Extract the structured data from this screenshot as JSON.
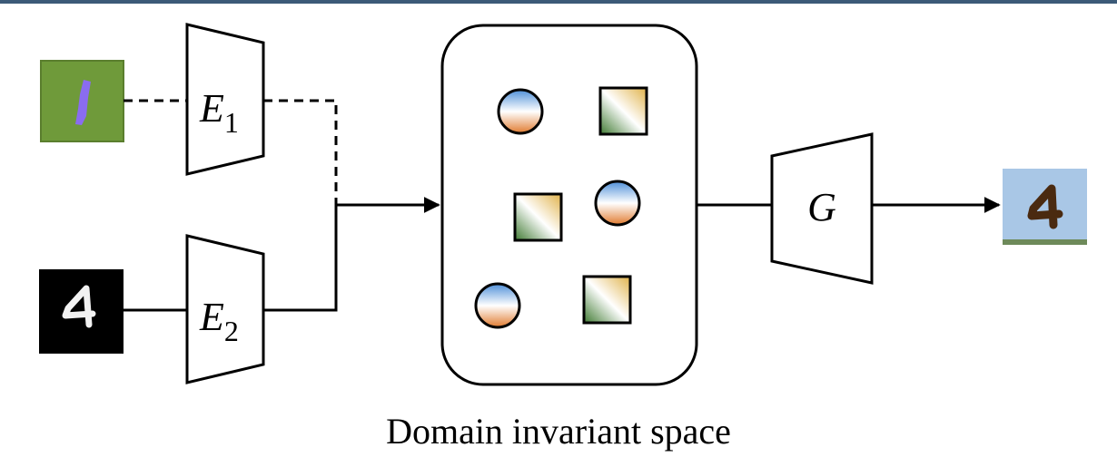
{
  "encoders": [
    {
      "symbol": "E",
      "subscript": "1"
    },
    {
      "symbol": "E",
      "subscript": "2"
    }
  ],
  "generator": {
    "symbol": "G"
  },
  "inputs": [
    {
      "description": "color-mnist-digit-1",
      "colors": {
        "background": "#6f9a3a",
        "digit": "#8a6cf0"
      }
    },
    {
      "description": "mnist-digit-4",
      "colors": {
        "background": "#000000",
        "digit": "#f2f2f2"
      }
    }
  ],
  "output": {
    "description": "translated-digit-4",
    "colors": {
      "background": "#a9c7e6",
      "digit": "#4a2a10"
    }
  },
  "latent_space": {
    "caption": "Domain invariant space",
    "items": [
      {
        "shape": "circle",
        "id": "c1"
      },
      {
        "shape": "square",
        "id": "s1"
      },
      {
        "shape": "square",
        "id": "s2"
      },
      {
        "shape": "circle",
        "id": "c2"
      },
      {
        "shape": "circle",
        "id": "c3"
      },
      {
        "shape": "square",
        "id": "s3"
      }
    ],
    "colors": {
      "circle_top": "#4f8fd8",
      "circle_bottom": "#e07a2e",
      "square_a": "#3f7a32",
      "square_b": "#e0b24a"
    }
  }
}
